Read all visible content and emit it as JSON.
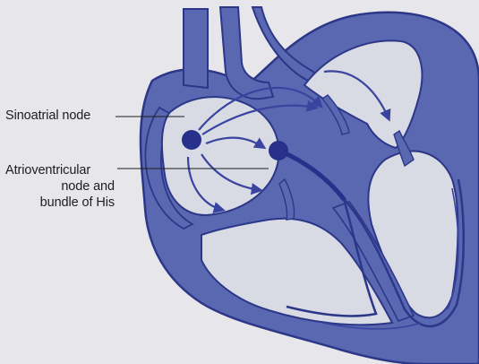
{
  "labels": {
    "sinoatrial": "Sinoatrial node",
    "atrioventricular_line1": "Atrioventricular",
    "atrioventricular_line2": "node and",
    "atrioventricular_line3": "bundle of His"
  },
  "colors": {
    "background": "#e7e7eb",
    "heart_fill": "#5968b1",
    "heart_outline": "#2d3789",
    "chamber_fill": "#d8dbe3",
    "arrow_color": "#3a44a0",
    "node_color": "#27308a",
    "label_color": "#1d1d22"
  },
  "icons": {
    "sa_node": "sinoatrial-node-dot",
    "av_node": "atrioventricular-node-dot"
  }
}
